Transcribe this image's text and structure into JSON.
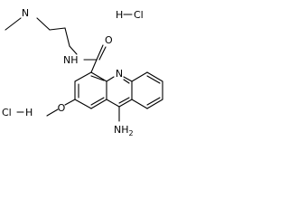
{
  "molecule": {
    "amide_nitrogen": "NH",
    "amide_oxygen": "O",
    "amine_n": "N",
    "amine_n_element": "N",
    "amine_h": "H",
    "amine_h_count": "2",
    "methoxy_o": "O",
    "ring_n": "N"
  },
  "salts": [
    {
      "left": "H",
      "right": "Cl"
    },
    {
      "left": "Cl",
      "right": "H"
    }
  ],
  "colors": {
    "ink": "#000000",
    "background": "#ffffff"
  }
}
